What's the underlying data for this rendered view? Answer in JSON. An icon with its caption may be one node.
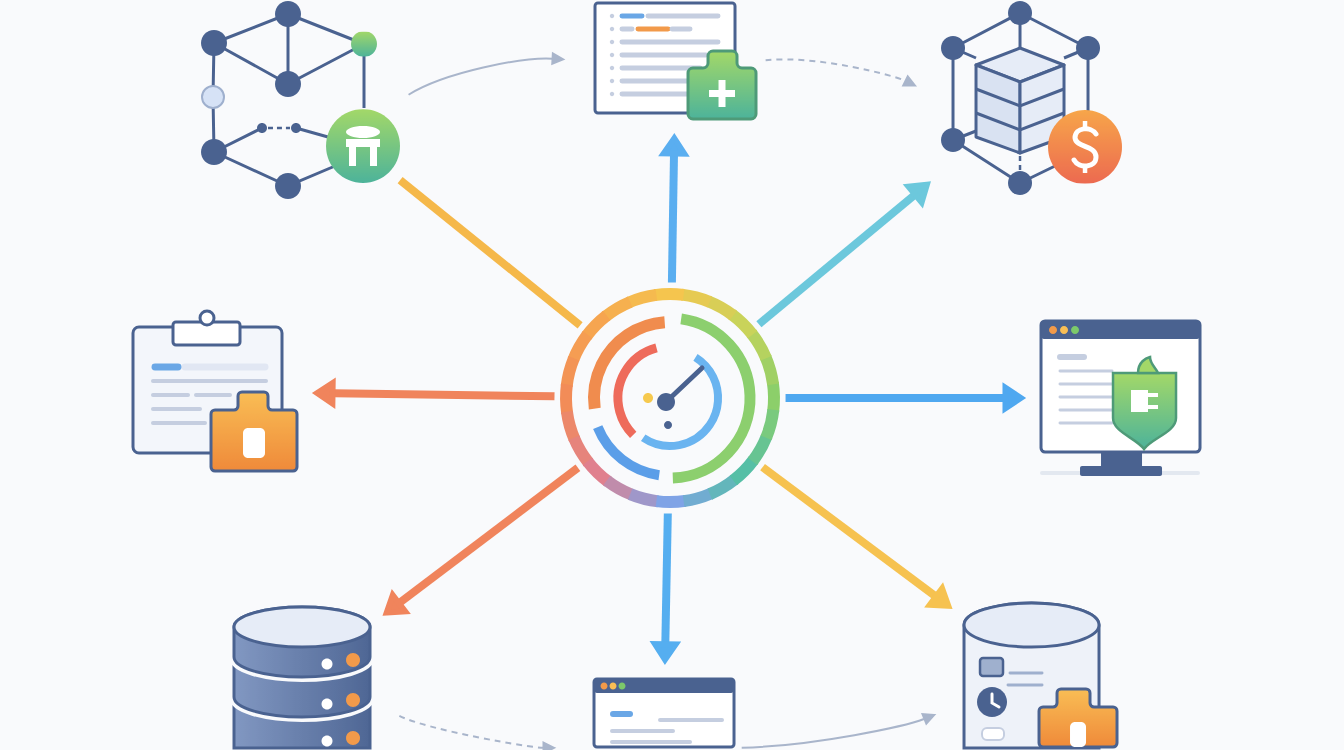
{
  "diagram": {
    "nodes": [
      {
        "text": [],
        "shape": "picture"
      },
      {
        "text": [],
        "shape": "picture"
      },
      {
        "text": [],
        "shape": "picture"
      },
      {
        "text": [],
        "shape": "picture"
      },
      {
        "text": [],
        "shape": "picture"
      },
      {
        "text": [],
        "shape": "picture"
      },
      {
        "text": [],
        "shape": "picture"
      },
      {
        "text": [],
        "shape": "picture"
      },
      {
        "text": [],
        "shape": "picture"
      }
    ],
    "edges": [
      {
        "from": 4,
        "to": 0,
        "arrow": "none",
        "color": "#f5b84a"
      },
      {
        "from": 4,
        "to": 1,
        "arrow": "to",
        "color": "#5aaef0"
      },
      {
        "from": 4,
        "to": 2,
        "arrow": "to",
        "color": "#6cc8dc"
      },
      {
        "from": 4,
        "to": 3,
        "arrow": "to",
        "color": "#f0845c"
      },
      {
        "from": 4,
        "to": 5,
        "arrow": "to",
        "color": "#4fa8f0"
      },
      {
        "from": 4,
        "to": 6,
        "arrow": "to",
        "color": "#f0845c"
      },
      {
        "from": 4,
        "to": 7,
        "arrow": "to",
        "color": "#55aef0"
      },
      {
        "from": 4,
        "to": 8,
        "arrow": "to",
        "color": "#f6c250"
      },
      {
        "from": 0,
        "to": 1,
        "arrow": "to",
        "color": "#a9b5cb"
      },
      {
        "from": 1,
        "to": 2,
        "arrow": "to",
        "style": "dashed",
        "color": "#a9b5cb"
      },
      {
        "from": 6,
        "to": 7,
        "arrow": "to",
        "style": "dashed",
        "color": "#a9b5cb"
      },
      {
        "from": 7,
        "to": 8,
        "arrow": "to",
        "color": "#a9b5cb"
      }
    ]
  }
}
